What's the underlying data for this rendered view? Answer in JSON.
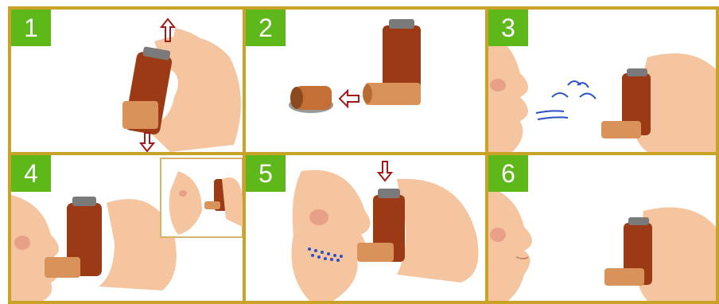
{
  "steps": [
    {
      "number": "1"
    },
    {
      "number": "2"
    },
    {
      "number": "3"
    },
    {
      "number": "4"
    },
    {
      "number": "5"
    },
    {
      "number": "6"
    }
  ],
  "colors": {
    "border": "#c9a227",
    "badge": "#5fb81a",
    "skin": "#f5c5a0",
    "canister": "#9b3a14",
    "mouthpiece": "#d9935a",
    "arrow": "#a01a1a",
    "breath": "#2a4fc9"
  }
}
